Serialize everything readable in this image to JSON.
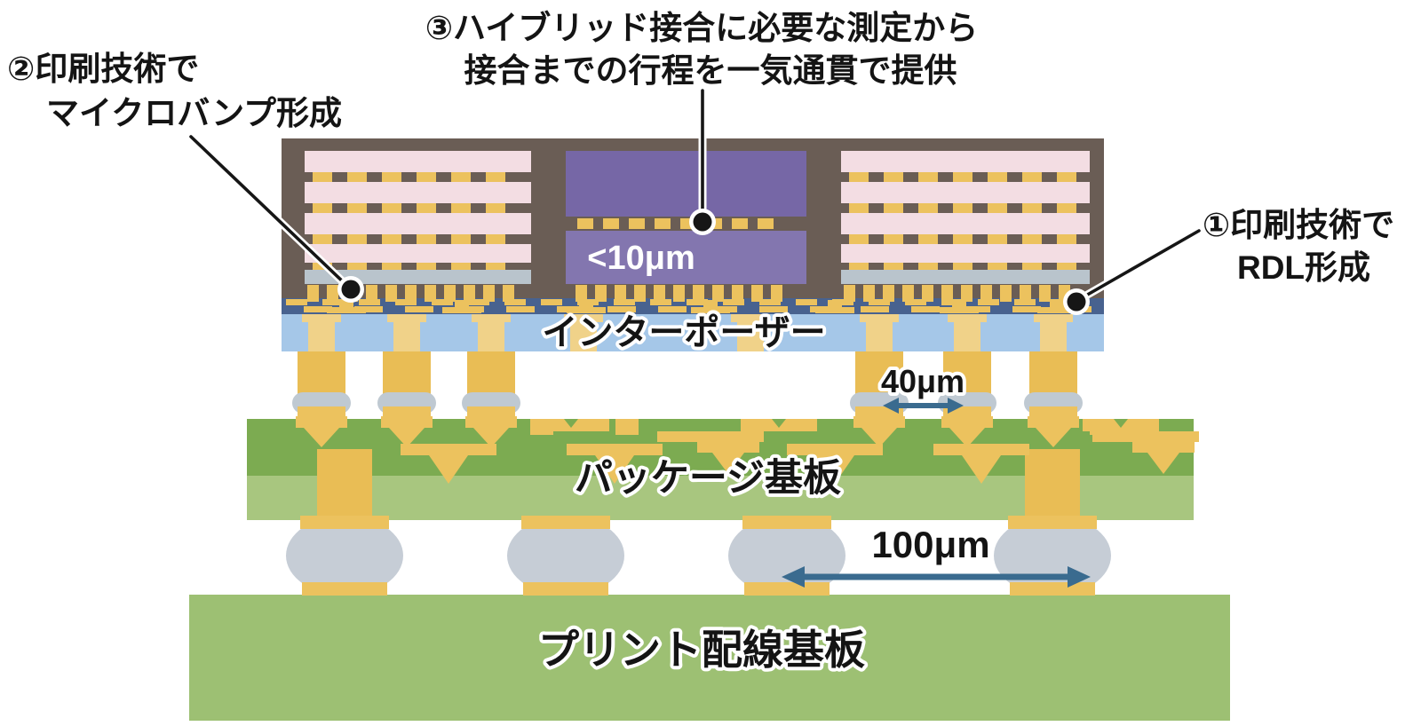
{
  "annotations": {
    "step3": {
      "line1": "③ハイブリッド接合に必要な測定から",
      "line2": "接合までの行程を一気通貫で提供"
    },
    "step2": {
      "line1": "②印刷技術で",
      "line2": "マイクロバンプ形成"
    },
    "step1": {
      "line1": "①印刷技術で",
      "line2": "RDL形成"
    }
  },
  "labels": {
    "hybrid_pitch": "<10μm",
    "interposer": "インターポーザー",
    "microbump_pitch": "40μm",
    "package_substrate": "パッケージ基板",
    "ball_pitch": "100μm",
    "printed_wiring_board": "プリント配線基板"
  },
  "colors": {
    "die_pink": "#f3dde3",
    "frame_brown": "#6a5d55",
    "copper_yellow": "#ecc25e",
    "soc_purple_upper": "#7667a6",
    "soc_purple_lower": "#8376af",
    "base_die_gray": "#b9c4cc",
    "rdl_blue": "#48628f",
    "interposer_blue": "#a5c7e8",
    "microbump_gray": "#bfc9d2",
    "substrate_green_dark": "#7cab51",
    "substrate_green_light": "#a8c67f",
    "pwb_green": "#9dc073",
    "solder_ball_gray": "#c6cdd6",
    "arrow_teal": "#3a6b8f"
  }
}
